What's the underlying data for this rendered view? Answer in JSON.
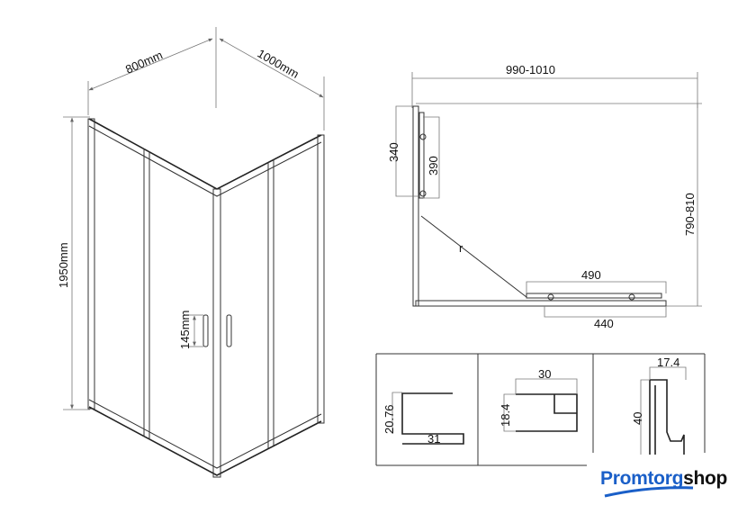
{
  "iso_view": {
    "width_label": "800mm",
    "depth_label": "1000mm",
    "height_label": "1950mm",
    "handle_label": "145mm"
  },
  "plan_view": {
    "outer_width": "990-1010",
    "outer_depth": "790-810",
    "side_a": "340",
    "side_b": "390",
    "door_a": "490",
    "door_b": "440",
    "radius_label": "r"
  },
  "profiles": [
    {
      "labels": [
        "20.76",
        "31"
      ]
    },
    {
      "labels": [
        "30",
        "18.4"
      ]
    },
    {
      "labels": [
        "17.4",
        "40"
      ]
    }
  ],
  "logo": {
    "part1": "Promtorg",
    "part2": "shop",
    "color": "#1a5fc8"
  }
}
